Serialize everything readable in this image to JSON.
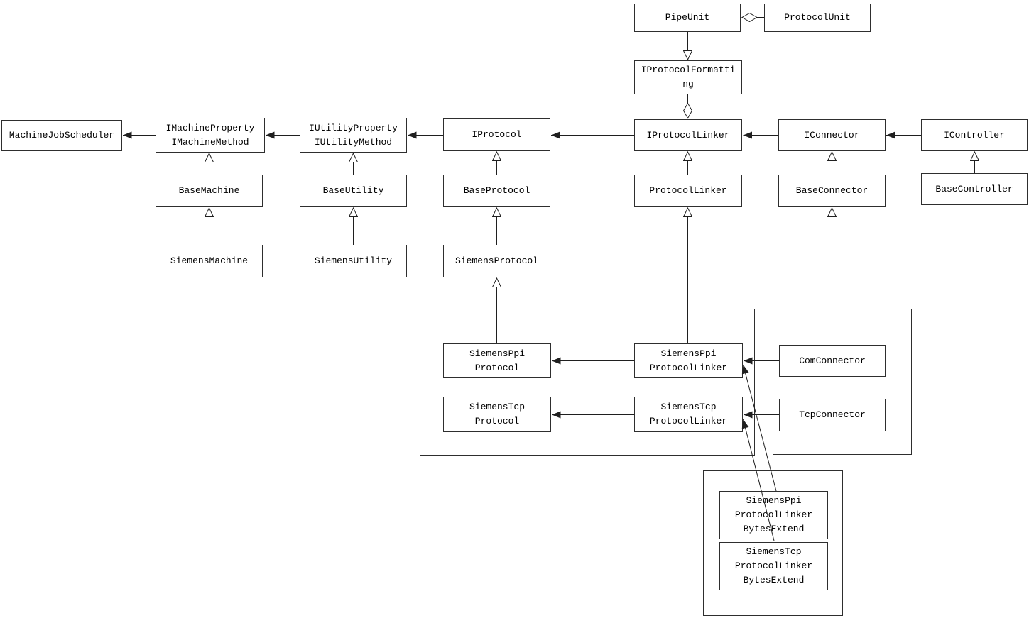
{
  "diagram": {
    "kind": "uml-class-diagram",
    "colors": {
      "background": "#ffffff",
      "line": "#1f1f1f",
      "box_border": "#2e2e2e",
      "box_fill": "#ffffff",
      "text": "#000000"
    },
    "nodes": {
      "pipe_unit": {
        "label": "PipeUnit"
      },
      "protocol_unit": {
        "label": "ProtocolUnit"
      },
      "iprotocol_formatting": {
        "label": "IProtocolFormatti\nng"
      },
      "machine_job_scheduler": {
        "label": "MachineJobScheduler"
      },
      "imachine": {
        "label": "IMachineProperty\nIMachineMethod"
      },
      "iutility": {
        "label": "IUtilityProperty\nIUtilityMethod"
      },
      "iprotocol": {
        "label": "IProtocol"
      },
      "iprotocol_linker": {
        "label": "IProtocolLinker"
      },
      "iconnector": {
        "label": "IConnector"
      },
      "icontroller": {
        "label": "IController"
      },
      "base_machine": {
        "label": "BaseMachine"
      },
      "base_utility": {
        "label": "BaseUtility"
      },
      "base_protocol": {
        "label": "BaseProtocol"
      },
      "protocol_linker": {
        "label": "ProtocolLinker"
      },
      "base_connector": {
        "label": "BaseConnector"
      },
      "base_controller": {
        "label": "BaseController"
      },
      "siemens_machine": {
        "label": "SiemensMachine"
      },
      "siemens_utility": {
        "label": "SiemensUtility"
      },
      "siemens_protocol": {
        "label": "SiemensProtocol"
      },
      "siemens_ppi_protocol": {
        "label": "SiemensPpi\nProtocol"
      },
      "siemens_tcp_protocol": {
        "label": "SiemensTcp\nProtocol"
      },
      "siemens_ppi_protocol_linker": {
        "label": "SiemensPpi\nProtocolLinker"
      },
      "siemens_tcp_protocol_linker": {
        "label": "SiemensTcp\nProtocolLinker"
      },
      "com_connector": {
        "label": "ComConnector"
      },
      "tcp_connector": {
        "label": "TcpConnector"
      },
      "ppi_bytes_extend": {
        "label": "SiemensPpi\nProtocolLinker\nBytesExtend"
      },
      "tcp_bytes_extend": {
        "label": "SiemensTcp\nProtocolLinker\nBytesExtend"
      }
    },
    "relations": [
      {
        "from": "PipeUnit",
        "to": "ProtocolUnit",
        "type": "aggregation"
      },
      {
        "from": "PipeUnit",
        "to": "IProtocolFormatting",
        "type": "realization"
      },
      {
        "from": "IProtocolFormatting",
        "to": "IProtocolLinker",
        "type": "aggregation"
      },
      {
        "from": "IMachineProperty IMachineMethod",
        "to": "MachineJobScheduler",
        "type": "association"
      },
      {
        "from": "IUtilityProperty IUtilityMethod",
        "to": "IMachineProperty IMachineMethod",
        "type": "association"
      },
      {
        "from": "IProtocol",
        "to": "IUtilityProperty IUtilityMethod",
        "type": "association"
      },
      {
        "from": "IProtocolLinker",
        "to": "IProtocol",
        "type": "association"
      },
      {
        "from": "IConnector",
        "to": "IProtocolLinker",
        "type": "association"
      },
      {
        "from": "IController",
        "to": "IConnector",
        "type": "association"
      },
      {
        "from": "BaseMachine",
        "to": "IMachineProperty IMachineMethod",
        "type": "generalization"
      },
      {
        "from": "BaseUtility",
        "to": "IUtilityProperty IUtilityMethod",
        "type": "generalization"
      },
      {
        "from": "BaseProtocol",
        "to": "IProtocol",
        "type": "generalization"
      },
      {
        "from": "ProtocolLinker",
        "to": "IProtocolLinker",
        "type": "generalization"
      },
      {
        "from": "BaseConnector",
        "to": "IConnector",
        "type": "generalization"
      },
      {
        "from": "BaseController",
        "to": "IController",
        "type": "generalization"
      },
      {
        "from": "SiemensMachine",
        "to": "BaseMachine",
        "type": "generalization"
      },
      {
        "from": "SiemensUtility",
        "to": "BaseUtility",
        "type": "generalization"
      },
      {
        "from": "SiemensProtocol",
        "to": "BaseProtocol",
        "type": "generalization"
      },
      {
        "from": "SiemensPpiProtocol",
        "to": "SiemensProtocol",
        "type": "generalization"
      },
      {
        "from": "SiemensPpiProtocolLinker",
        "to": "ProtocolLinker",
        "type": "generalization"
      },
      {
        "from": "ComConnector",
        "to": "BaseConnector",
        "type": "generalization"
      },
      {
        "from": "SiemensPpiProtocolLinker",
        "to": "SiemensPpiProtocol",
        "type": "association"
      },
      {
        "from": "SiemensTcpProtocolLinker",
        "to": "SiemensTcpProtocol",
        "type": "association"
      },
      {
        "from": "ComConnector",
        "to": "SiemensPpiProtocolLinker",
        "type": "association"
      },
      {
        "from": "TcpConnector",
        "to": "SiemensTcpProtocolLinker",
        "type": "association"
      },
      {
        "from": "SiemensPpiProtocolLinkerBytesExtend",
        "to": "SiemensPpiProtocolLinker",
        "type": "association"
      },
      {
        "from": "SiemensTcpProtocolLinkerBytesExtend",
        "to": "SiemensTcpProtocolLinker",
        "type": "association"
      }
    ]
  }
}
